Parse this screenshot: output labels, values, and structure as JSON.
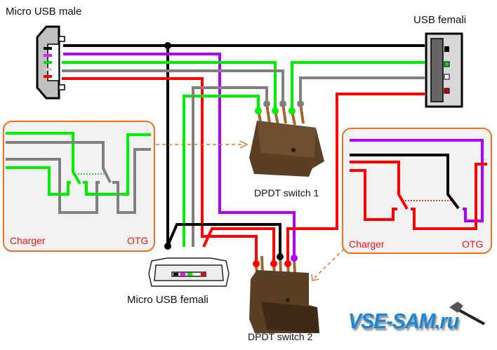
{
  "labels": {
    "micro_usb_male": "Micro USB male",
    "usb_female": "USB femali",
    "micro_usb_female": "Micro USB femali",
    "switch1": "DPDT switch 1",
    "switch2": "DPDT switch 2"
  },
  "left_inset": {
    "charger": "Charger",
    "otg": "OTG"
  },
  "right_inset": {
    "charger": "Charger",
    "otg": "OTG"
  },
  "logo": "VSE-SAM.ru",
  "colors": {
    "black": "#000000",
    "purple": "#b000ff",
    "green": "#00ee00",
    "gray": "#808080",
    "red": "#ff0000",
    "orange": "#f07020",
    "switch_brown": "#5a3f24",
    "logo_blue": "#1a86d6"
  }
}
